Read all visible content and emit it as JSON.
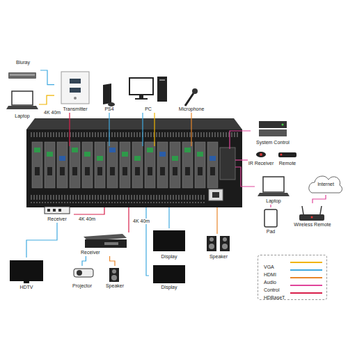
{
  "diagram": {
    "nodes": [
      {
        "text": [
          "Bluray"
        ]
      },
      {
        "text": [
          "Laptop"
        ]
      },
      {
        "text": [
          "Transmitter"
        ]
      },
      {
        "text": [
          "PS4"
        ]
      },
      {
        "text": [
          "PC"
        ]
      },
      {
        "text": [
          "Microphone"
        ]
      },
      {
        "text": [
          "System Control"
        ]
      },
      {
        "text": [
          "IR Receiver"
        ]
      },
      {
        "text": [
          "Remote"
        ]
      },
      {
        "text": [
          "Laptop"
        ]
      },
      {
        "text": [
          "Internet"
        ]
      },
      {
        "text": [
          "Pad"
        ]
      },
      {
        "text": [
          "Wireless Remote"
        ]
      },
      {
        "text": [
          "Receiver"
        ]
      },
      {
        "text": [
          "HDTV"
        ]
      },
      {
        "text": [
          "Receiver"
        ]
      },
      {
        "text": [
          "Projector"
        ]
      },
      {
        "text": [
          "Speaker"
        ]
      },
      {
        "text": [
          "Display"
        ]
      },
      {
        "text": [
          "Display"
        ]
      },
      {
        "text": [
          "Speaker"
        ]
      }
    ],
    "edges": [
      {
        "from": 0,
        "to": 2,
        "arrow": "none"
      },
      {
        "from": 1,
        "to": 2,
        "arrow": "none"
      },
      {
        "from": 13,
        "to": 14,
        "arrow": "none"
      },
      {
        "from": 15,
        "to": 16,
        "arrow": "none"
      },
      {
        "from": 15,
        "to": 17,
        "arrow": "none"
      },
      {
        "from": 12,
        "to": 10,
        "arrow": "none"
      }
    ],
    "labels": [
      "4K 40m",
      "4K 40m",
      "4K 40m"
    ],
    "legend": [
      {
        "text": "VGA",
        "color": "#f0b400"
      },
      {
        "text": "HDMI",
        "color": "#3fa9e0"
      },
      {
        "text": "Audio",
        "color": "#e8862a"
      },
      {
        "text": "Control",
        "color": "#e0459a"
      },
      {
        "text": "HDBaseT",
        "color": "#d81e4a"
      }
    ]
  }
}
